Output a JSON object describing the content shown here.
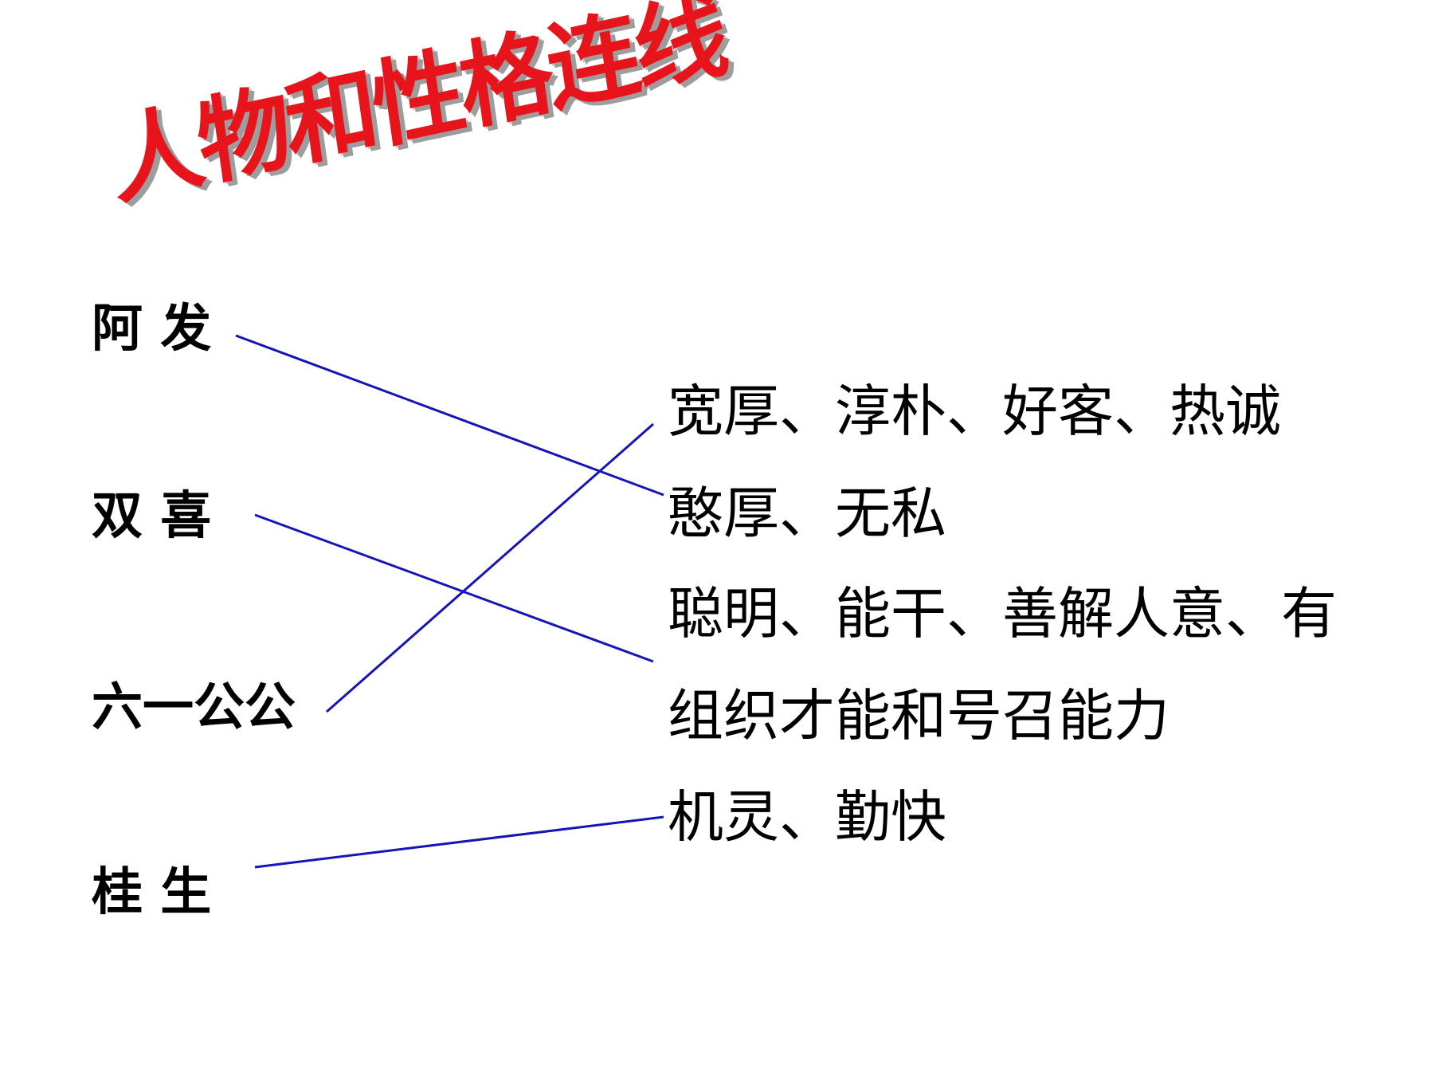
{
  "title": "人物和性格连线",
  "colors": {
    "title": "#e8141b",
    "title_shadow": "#9d9d9d",
    "line": "#1414b8",
    "text": "#000000"
  },
  "people": [
    {
      "id": "afa",
      "label": "阿 发"
    },
    {
      "id": "shuangxi",
      "label": "双 喜"
    },
    {
      "id": "liuyi",
      "label": "六一公公"
    },
    {
      "id": "guisheng",
      "label": "桂 生"
    }
  ],
  "traits": [
    {
      "id": "t1",
      "label": "宽厚、淳朴、好客、热诚"
    },
    {
      "id": "t2",
      "label": "憨厚、无私"
    },
    {
      "id": "t3",
      "label": "聪明、能干、善解人意、有"
    },
    {
      "id": "t4",
      "label": "组织才能和号召能力"
    },
    {
      "id": "t5",
      "label": "机灵、勤快"
    }
  ],
  "connections": [
    {
      "from": "afa",
      "to": "t2"
    },
    {
      "from": "shuangxi",
      "to": "t3"
    },
    {
      "from": "liuyi",
      "to": "t1"
    },
    {
      "from": "guisheng",
      "to": "t5"
    }
  ]
}
